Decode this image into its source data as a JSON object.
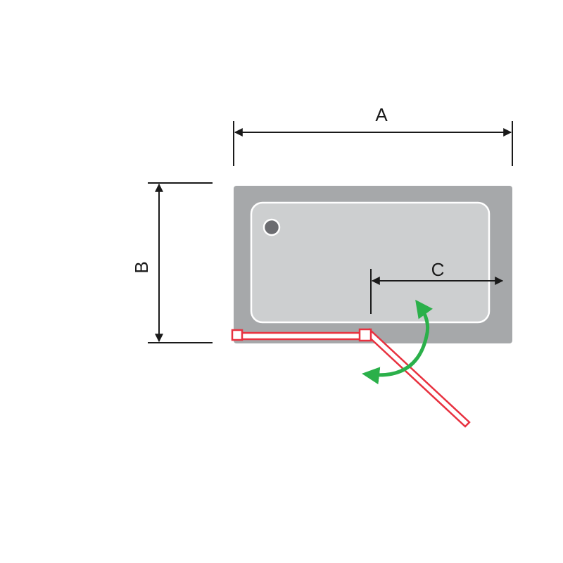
{
  "labels": {
    "width": "A",
    "depth": "B",
    "door_clearance": "C"
  },
  "colors": {
    "tray_outer": "#a6a8aa",
    "tray_inner": "#cdcfd0",
    "tray_inner_border": "#ffffff",
    "drain": "#6b6c70",
    "glass_outline": "#e8313f",
    "glass_fill": "#ffffff",
    "swing_arrow": "#2bb04a",
    "dimension_line": "#1a1a1a"
  },
  "icons": {
    "swing": "double-arrow-icon",
    "dimension_arrow": "arrowhead-icon"
  }
}
